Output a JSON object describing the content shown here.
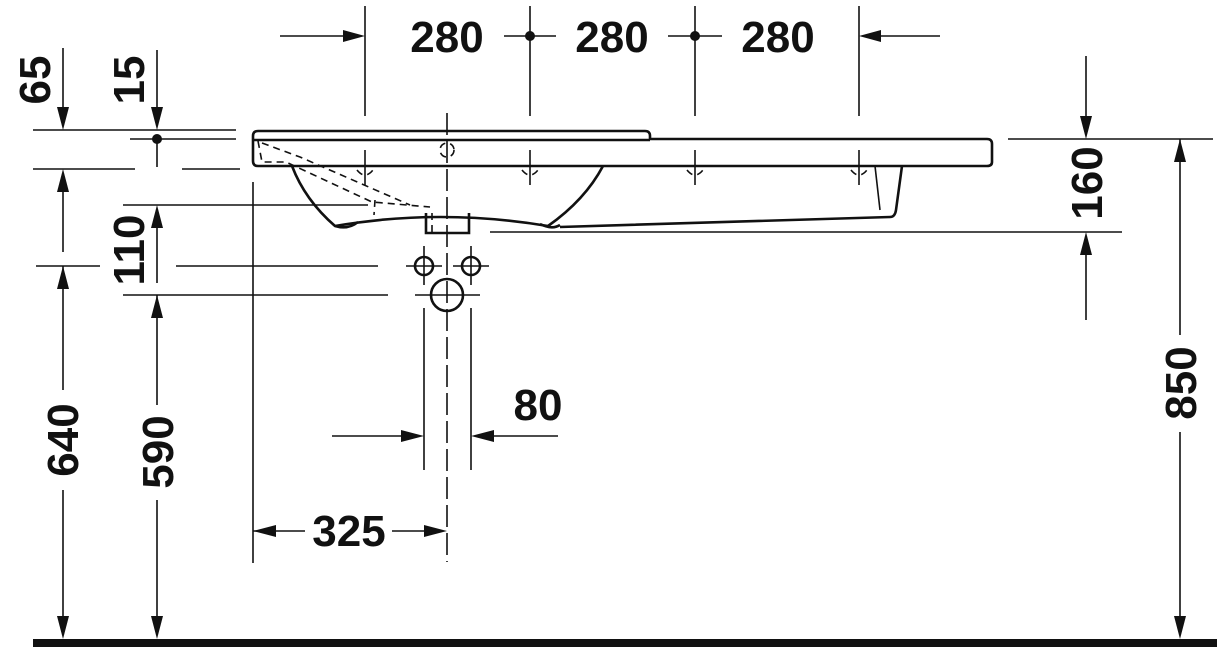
{
  "drawing": {
    "title": "Wall-mounted washbasin with shelf – side/front elevation dimensions",
    "units": "mm",
    "colors": {
      "ink": "#111111",
      "background": "#ffffff"
    }
  },
  "dimensions": {
    "top_spacing_1": "280",
    "top_spacing_2": "280",
    "top_spacing_3": "280",
    "rim_to_top": "65",
    "rim_offset": "15",
    "bowl_to_waste": "110",
    "floor_to_underside": "640",
    "floor_to_waste": "590",
    "waste_width": "80",
    "edge_to_waste": "325",
    "basin_depth": "160",
    "floor_to_rim": "850"
  }
}
